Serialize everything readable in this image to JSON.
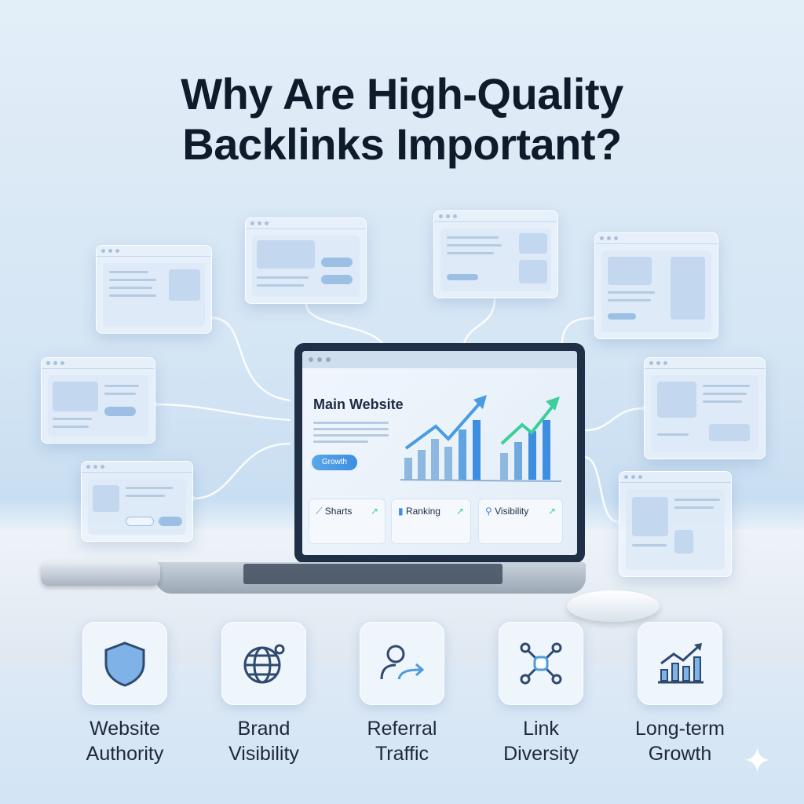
{
  "title": {
    "line1": "Why Are High-Quality",
    "line2": "Backlinks Important?"
  },
  "laptop": {
    "heading": "Main Website",
    "button": "Growth",
    "cards": [
      {
        "label": "Sharts",
        "icon": "trend-line-icon"
      },
      {
        "label": "Ranking",
        "icon": "bar-signal-icon"
      },
      {
        "label": "Visibility",
        "icon": "search-icon"
      }
    ],
    "colors": {
      "accent_blue": "#3d8ee0",
      "accent_green": "#3ccf9a"
    }
  },
  "features": [
    {
      "line1": "Website",
      "line2": "Authority",
      "icon": "shield-icon"
    },
    {
      "line1": "Brand",
      "line2": "Visibility",
      "icon": "globe-icon"
    },
    {
      "line1": "Referral",
      "line2": "Traffic",
      "icon": "user-arrow-icon"
    },
    {
      "line1": "Link",
      "line2": "Diversity",
      "icon": "link-network-icon"
    },
    {
      "line1": "Long-term",
      "line2": "Growth",
      "icon": "growth-chart-icon"
    }
  ]
}
